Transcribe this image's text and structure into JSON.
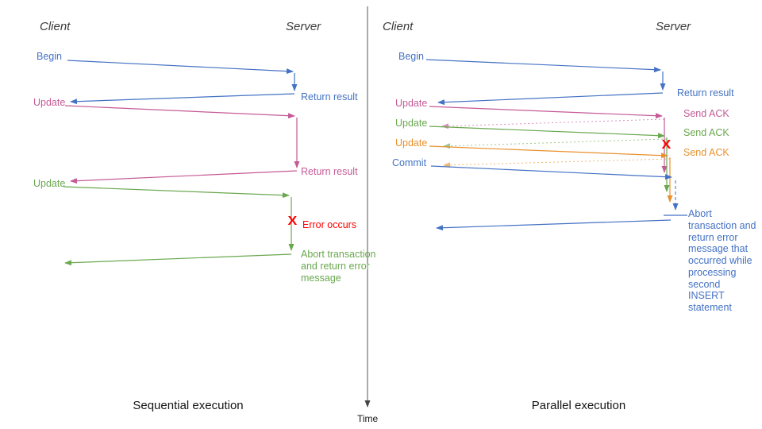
{
  "colors": {
    "blue": "#4472C4",
    "pink": "#C55A96",
    "green": "#6AA84F",
    "orange": "#E8912D",
    "red": "#FF0000",
    "axis": "#555555"
  },
  "time_axis": {
    "label": "Time"
  },
  "left": {
    "caption": "Sequential execution",
    "client_header": "Client",
    "server_header": "Server",
    "messages": {
      "begin": "Begin",
      "return_result_1": "Return result",
      "update_1": "Update",
      "return_result_2": "Return result",
      "update_2": "Update",
      "error_x": "X",
      "error_occurs": "Error occurs",
      "abort": "Abort transaction and return error message"
    }
  },
  "right": {
    "caption": "Parallel execution",
    "client_header": "Client",
    "server_header": "Server",
    "messages": {
      "begin": "Begin",
      "return_result": "Return result",
      "update_1": "Update",
      "send_ack_1": "Send ACK",
      "update_2": "Update",
      "send_ack_2": "Send ACK",
      "update_3": "Update",
      "send_ack_3": "Send ACK",
      "commit": "Commit",
      "error_x": "X",
      "abort": "Abort transaction and return error message that occurred while processing second INSERT statement"
    }
  }
}
